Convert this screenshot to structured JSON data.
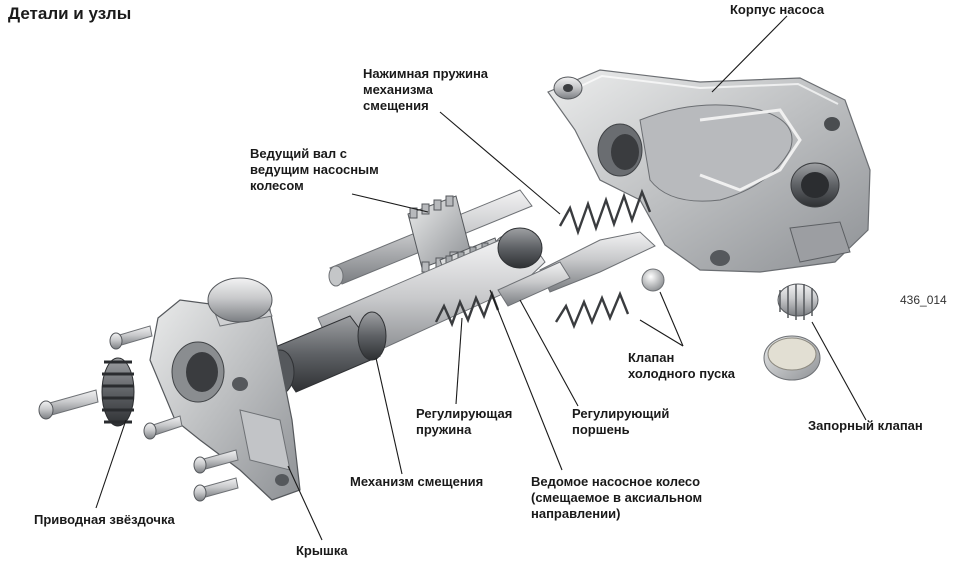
{
  "title": "Детали и узлы",
  "figure_id": "436_014",
  "labels": {
    "pump_housing": "Корпус насоса",
    "press_spring": "Нажимная пружина\nмеханизма\nсмещения",
    "drive_shaft": "Ведущий вал с\nведущим насосным\nколесом",
    "cold_start_valve": "Клапан\nхолодного пуска",
    "shut_off_valve": "Запорный клапан",
    "control_spring": "Регулирующая\nпружина",
    "control_piston": "Регулирующий\nпоршень",
    "shift_mechanism": "Механизм смещения",
    "driven_wheel": "Ведомое насосное колесо\n(смещаемое в аксиальном\nнаправлении)",
    "drive_sprocket": "Приводная звёздочка",
    "cover": "Крышка"
  },
  "colors": {
    "metal_light": "#d9dadc",
    "metal_mid": "#a9abae",
    "metal_dark": "#5c5f63",
    "text": "#1a1a1a"
  }
}
